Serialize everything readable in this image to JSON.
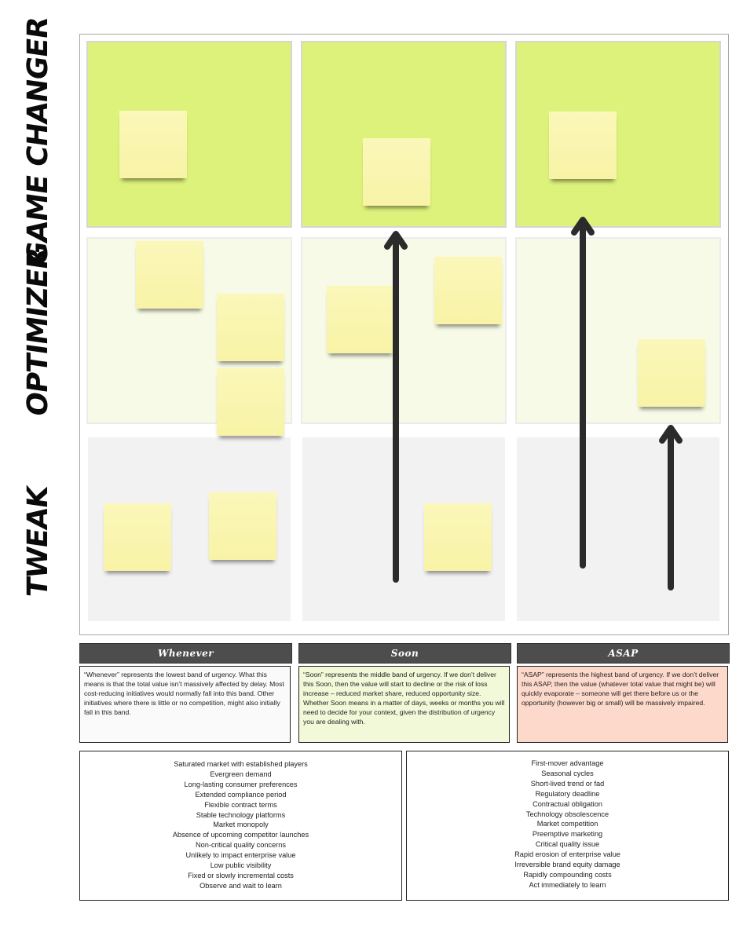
{
  "rows": {
    "game_changer": "GAME CHANGER",
    "optimizer": "OPTIMIZER",
    "tweak": "TWEAK"
  },
  "columns": {
    "whenever": {
      "title": "Whenever",
      "description": "“Whenever” represents the lowest band of urgency. What this means is that the total value isn’t massively affected by delay. Most cost-reducing initiatives would normally fall into this band. Other initiatives where there is little or no competition, might also initially fall in this band."
    },
    "soon": {
      "title": "Soon",
      "description": "“Soon” represents the middle band of urgency. If we don’t deliver this Soon, then the value will start to decline or the risk of loss increase – reduced market share, reduced opportunity size. Whether Soon means in a matter of days, weeks or months you will need to decide for your context, given the distribution of urgency you are dealing with."
    },
    "asap": {
      "title": "ASAP",
      "description": "“ASAP” represents the highest band of urgency. If we don’t deliver this ASAP, then the value (whatever total value that might be) will quickly evaporate – someone will get there before us or the opportunity (however big or small) will be massively impaired."
    }
  },
  "low_urgency_factors": [
    "Saturated market with established players",
    "Evergreen demand",
    "Long-lasting consumer preferences",
    "Extended compliance period",
    "Flexible contract terms",
    "Stable technology platforms",
    "Market monopoly",
    "Absence of upcoming competitor launches",
    "Non-critical quality concerns",
    "Unlikely to impact enterprise value",
    "Low public visibility",
    "Fixed or slowly incremental costs",
    "Observe and wait to learn"
  ],
  "high_urgency_factors": [
    "First-mover advantage",
    "Seasonal cycles",
    "Short-lived trend or fad",
    "Regulatory deadline",
    "Contractual obligation",
    "Technology obsolescence",
    "Market competition",
    "Preemptive marketing",
    "Critical quality issue",
    "Rapid erosion of enterprise value",
    "Irreversible brand equity damage",
    "Rapidly compounding costs",
    "Act immediately to learn"
  ],
  "colors": {
    "game_changer_cell": "#ddf27b",
    "optimizer_cell": "#f6fae6",
    "tweak_cell": "#f2f2f2",
    "sticky_note": "#f8f3a6",
    "header_bar": "#4d4d4d",
    "soon_description": "#f1f9d8",
    "asap_description": "#fdd9cb",
    "arrow": "#2b2b2b"
  }
}
